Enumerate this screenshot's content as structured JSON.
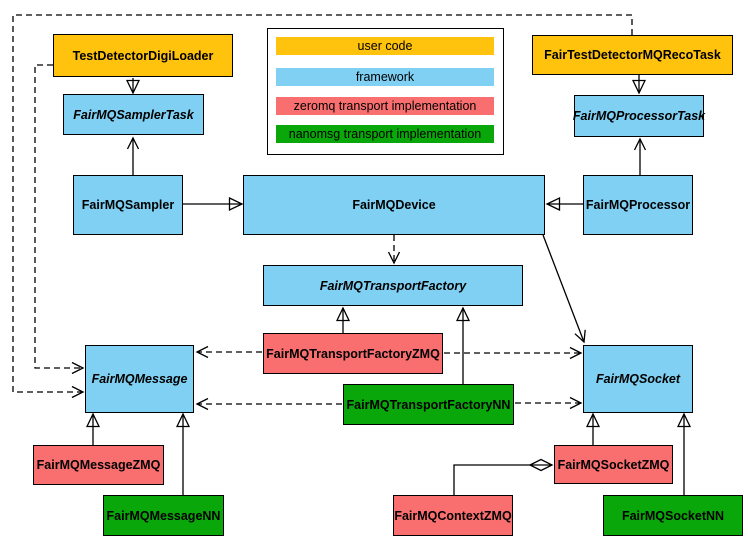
{
  "colors": {
    "background": "#ffffff",
    "outline": "#000000",
    "user_code": "#ffc30d",
    "framework": "#7fd0f2",
    "zeromq": "#f96f6f",
    "nanomsg": "#0aa70a"
  },
  "legend": {
    "user_code": "user code",
    "framework": "framework",
    "zeromq": "zeromq transport implementation",
    "nanomsg": "nanomsg transport implementation"
  },
  "nodes": {
    "digiLoader": {
      "label": "TestDetectorDigiLoader",
      "category": "user_code",
      "abstract": false
    },
    "recoTask": {
      "label": "FairTestDetectorMQRecoTask",
      "category": "user_code",
      "abstract": false
    },
    "samplerTask": {
      "label": "FairMQSamplerTask",
      "category": "framework",
      "abstract": true
    },
    "processorTask": {
      "label": "FairMQProcessorTask",
      "category": "framework",
      "abstract": true
    },
    "sampler": {
      "label": "FairMQSampler",
      "category": "framework",
      "abstract": false
    },
    "device": {
      "label": "FairMQDevice",
      "category": "framework",
      "abstract": false
    },
    "processor": {
      "label": "FairMQProcessor",
      "category": "framework",
      "abstract": false
    },
    "transportFactory": {
      "label": "FairMQTransportFactory",
      "category": "framework",
      "abstract": true
    },
    "transportFactoryZMQ": {
      "label": "FairMQTransportFactoryZMQ",
      "category": "zeromq",
      "abstract": false
    },
    "transportFactoryNN": {
      "label": "FairMQTransportFactoryNN",
      "category": "nanomsg",
      "abstract": false
    },
    "message": {
      "label": "FairMQMessage",
      "category": "framework",
      "abstract": true
    },
    "socket": {
      "label": "FairMQSocket",
      "category": "framework",
      "abstract": true
    },
    "messageZMQ": {
      "label": "FairMQMessageZMQ",
      "category": "zeromq",
      "abstract": false
    },
    "messageNN": {
      "label": "FairMQMessageNN",
      "category": "nanomsg",
      "abstract": false
    },
    "contextZMQ": {
      "label": "FairMQContextZMQ",
      "category": "zeromq",
      "abstract": false
    },
    "socketZMQ": {
      "label": "FairMQSocketZMQ",
      "category": "zeromq",
      "abstract": false
    },
    "socketNN": {
      "label": "FairMQSocketNN",
      "category": "nanomsg",
      "abstract": false
    }
  },
  "edges": [
    {
      "from": "TestDetectorDigiLoader",
      "to": "FairMQSamplerTask",
      "type": "inheritance",
      "style": "solid"
    },
    {
      "from": "FairTestDetectorMQRecoTask",
      "to": "FairMQProcessorTask",
      "type": "inheritance",
      "style": "solid"
    },
    {
      "from": "FairMQSampler",
      "to": "FairMQSamplerTask",
      "type": "association",
      "style": "solid"
    },
    {
      "from": "FairMQProcessor",
      "to": "FairMQProcessorTask",
      "type": "association",
      "style": "solid"
    },
    {
      "from": "FairMQSampler",
      "to": "FairMQDevice",
      "type": "inheritance",
      "style": "solid"
    },
    {
      "from": "FairMQProcessor",
      "to": "FairMQDevice",
      "type": "inheritance",
      "style": "solid"
    },
    {
      "from": "FairMQDevice",
      "to": "FairMQTransportFactory",
      "type": "dependency",
      "style": "dashed"
    },
    {
      "from": "FairMQDevice",
      "to": "FairMQSocket",
      "type": "association",
      "style": "solid"
    },
    {
      "from": "FairMQTransportFactoryZMQ",
      "to": "FairMQTransportFactory",
      "type": "inheritance",
      "style": "solid"
    },
    {
      "from": "FairMQTransportFactoryNN",
      "to": "FairMQTransportFactory",
      "type": "inheritance",
      "style": "solid"
    },
    {
      "from": "FairMQTransportFactoryZMQ",
      "to": "FairMQMessage",
      "type": "dependency",
      "style": "dashed"
    },
    {
      "from": "FairMQTransportFactoryZMQ",
      "to": "FairMQSocket",
      "type": "dependency",
      "style": "dashed"
    },
    {
      "from": "FairMQTransportFactoryNN",
      "to": "FairMQMessage",
      "type": "dependency",
      "style": "dashed"
    },
    {
      "from": "FairMQTransportFactoryNN",
      "to": "FairMQSocket",
      "type": "dependency",
      "style": "dashed"
    },
    {
      "from": "TestDetectorDigiLoader",
      "to": "FairMQMessage",
      "type": "dependency",
      "style": "dashed"
    },
    {
      "from": "FairTestDetectorMQRecoTask",
      "to": "FairMQMessage",
      "type": "dependency",
      "style": "dashed"
    },
    {
      "from": "FairMQMessageZMQ",
      "to": "FairMQMessage",
      "type": "inheritance",
      "style": "solid"
    },
    {
      "from": "FairMQMessageNN",
      "to": "FairMQMessage",
      "type": "inheritance",
      "style": "solid"
    },
    {
      "from": "FairMQSocketZMQ",
      "to": "FairMQSocket",
      "type": "inheritance",
      "style": "solid"
    },
    {
      "from": "FairMQSocketNN",
      "to": "FairMQSocket",
      "type": "inheritance",
      "style": "solid"
    },
    {
      "from": "FairMQContextZMQ",
      "to": "FairMQSocketZMQ",
      "type": "composition",
      "style": "solid"
    }
  ]
}
